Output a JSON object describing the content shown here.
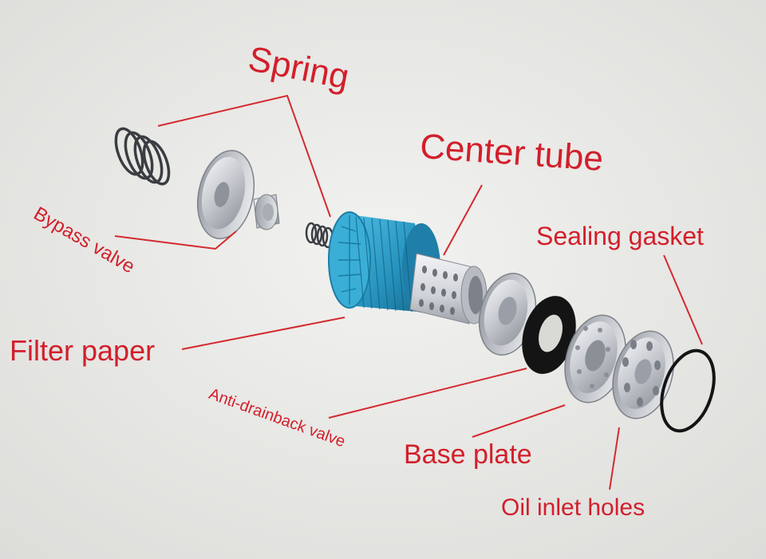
{
  "labels": {
    "spring": "Spring",
    "center_tube": "Center tube",
    "sealing_gasket": "Sealing gasket",
    "bypass_valve": "Bypass valve",
    "filter_paper": "Filter paper",
    "anti_drainback_valve": "Anti-drainback valve",
    "base_plate": "Base plate",
    "oil_inlet_holes": "Oil inlet holes"
  },
  "colors": {
    "label_red": "#d21f2b",
    "leader_red": "#d42a2f",
    "background": "#e9e9e7",
    "filter_blue": "#2d9ec9",
    "metal": "#c9ccd1",
    "rubber": "#141414"
  }
}
